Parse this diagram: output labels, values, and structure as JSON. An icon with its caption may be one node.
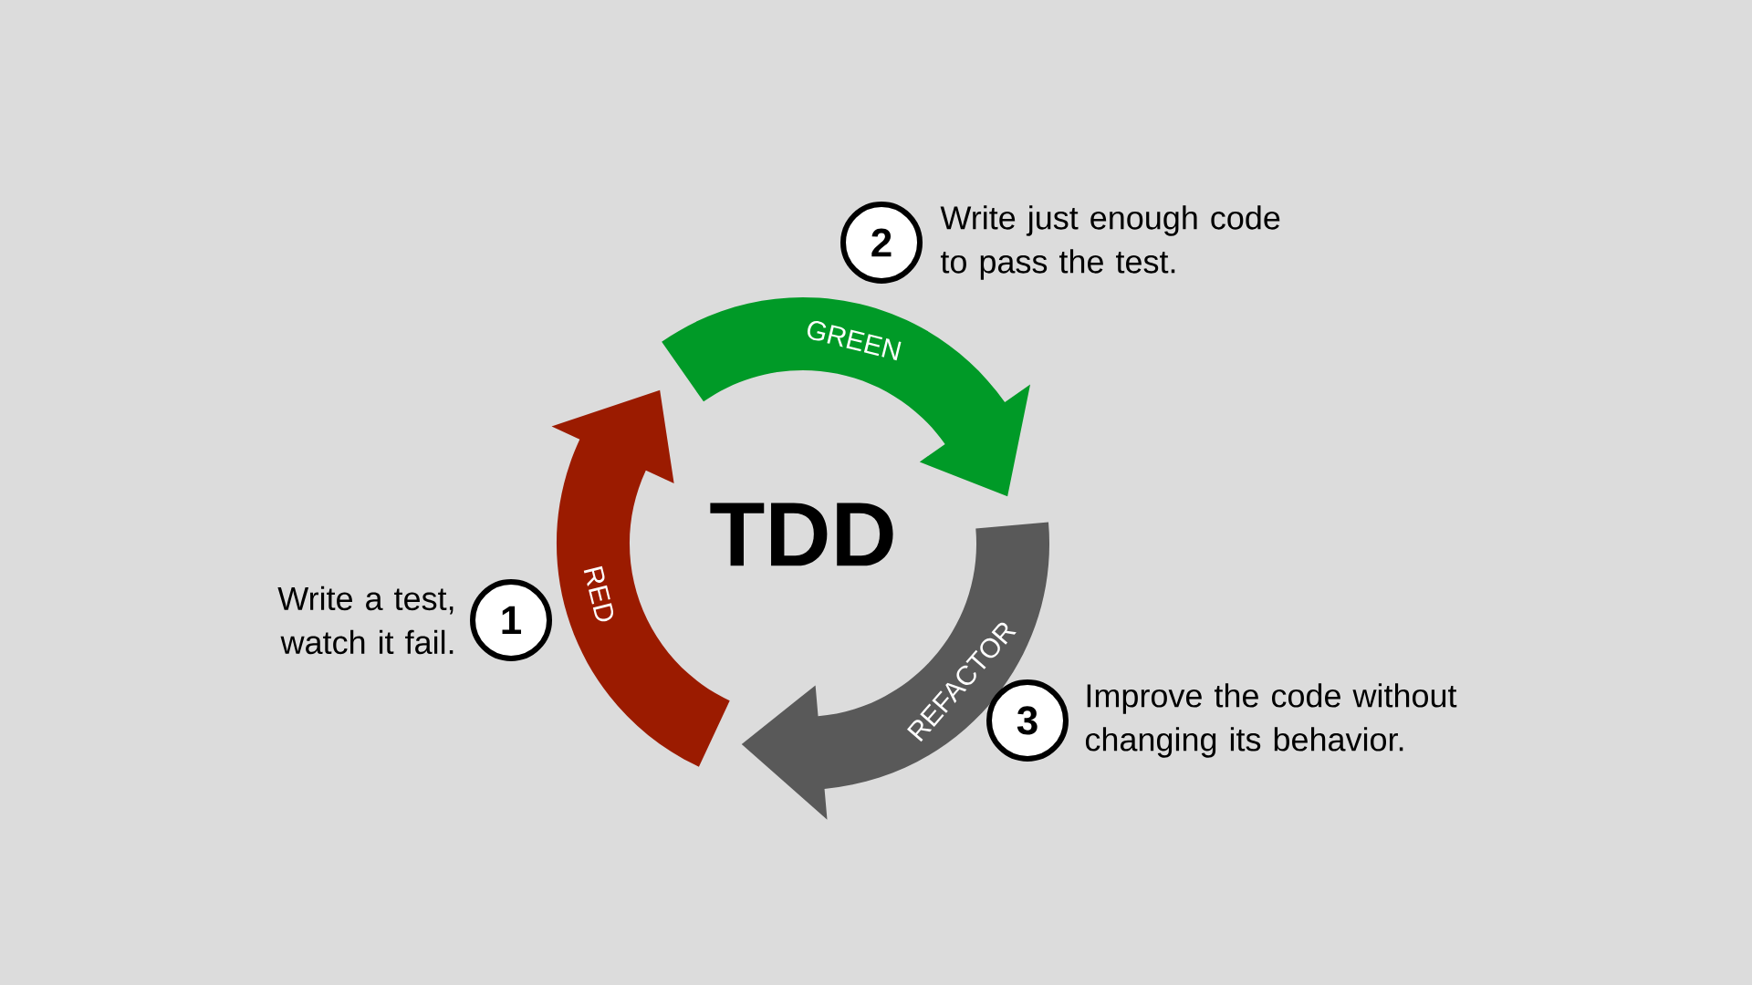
{
  "diagram": {
    "nodes": [
      {
        "text": [
          "1"
        ],
        "beside": [
          "Write a test, watch it fail."
        ]
      },
      {
        "text": [
          "2"
        ],
        "beside": [
          "Write just enough code to pass the test."
        ]
      },
      {
        "text": [
          "3"
        ],
        "beside": [
          "Improve the code without changing its behavior."
        ]
      }
    ],
    "edges": [
      {
        "from": 0,
        "to": 1,
        "arrow": "to",
        "label": "RED",
        "color": "#9b1b00"
      },
      {
        "from": 1,
        "to": 2,
        "arrow": "to",
        "label": "GREEN",
        "color": "#009a27"
      },
      {
        "from": 2,
        "to": 0,
        "arrow": "to",
        "label": "REFACTOR",
        "color": "#595959"
      }
    ],
    "labels": [
      "TDD"
    ]
  }
}
